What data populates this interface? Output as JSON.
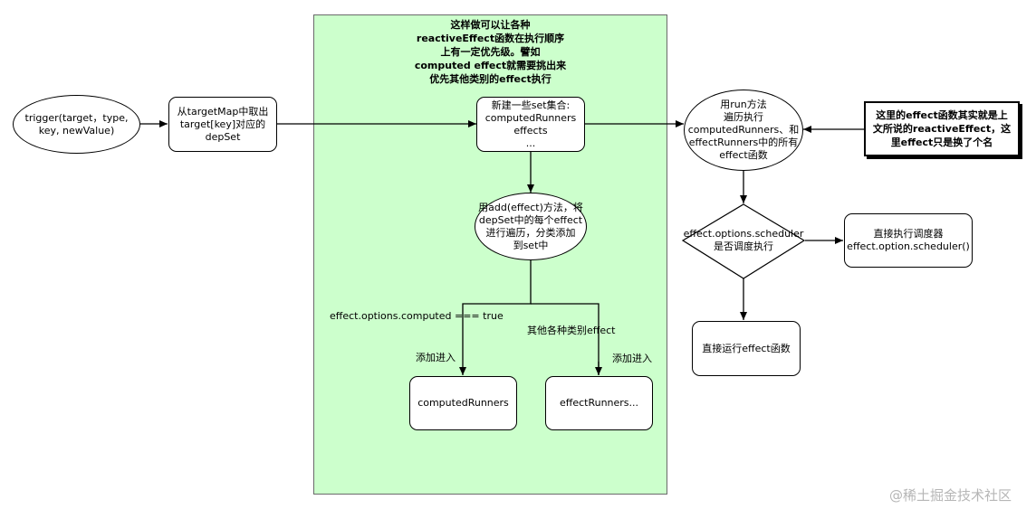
{
  "nodes": {
    "trigger": "trigger(target，type,\nkey, newValue)",
    "get_depset": "从targetMap中取出\ntarget[key]对应的\ndepSet",
    "green_title": "这样做可以让各种\nreactiveEffect函数在执行顺序\n上有一定优先级。譬如\ncomputed effect就需要挑出来\n优先其他类别的effect执行",
    "new_sets": "新建一些set集合:\ncomputedRunners\neffects\n...",
    "add_effect": "用add(effect)方法，将\ndepSet中的每个effect\n进行遍历，分类添加\n到set中",
    "computed_runners": "computedRunners",
    "effect_runners": "effectRunners...",
    "run_method": "用run方法\n遍历执行\ncomputedRunners、和\neffectRunners中的所有\neffect函数",
    "note": "这里的effect函数其实就是上\n文所说的reactiveEffect，这\n里effect只是换了个名",
    "scheduler_decision": "effect.options.scheduler\n是否调度执行",
    "run_scheduler": "直接执行调度器\neffect.option.scheduler()",
    "run_effect": "直接运行effect函数"
  },
  "labels": {
    "computed_true": "effect.options.computed === true",
    "other_effects": "其他各种类别effect",
    "add_into_left": "添加进入",
    "add_into_right": "添加进入"
  },
  "watermark": "@稀土掘金技术社区",
  "colors": {
    "group_fill": "#ccffcc",
    "stroke": "#000000"
  }
}
